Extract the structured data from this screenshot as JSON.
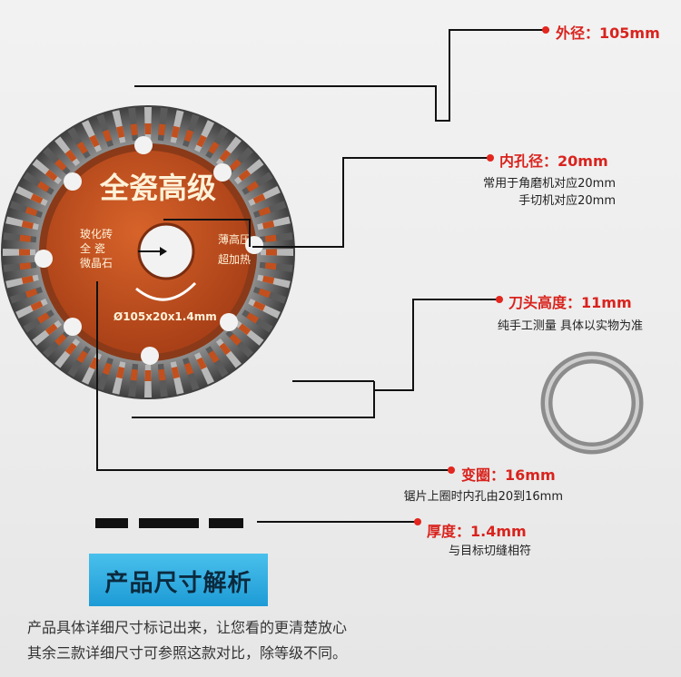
{
  "specs": {
    "outer_diameter": {
      "label": "外径：105mm"
    },
    "inner_hole": {
      "label": "内孔径：20mm",
      "note1": "常用于角磨机对应20mm",
      "note2": "手切机对应20mm"
    },
    "blade_height": {
      "label": "刀头高度：11mm",
      "note": "纯手工测量 具体以实物为准"
    },
    "reducer_ring": {
      "label": "变圈：16mm",
      "note": "锯片上圈时内孔由20到16mm"
    },
    "thickness": {
      "label": "厚度：1.4mm",
      "note": "与目标切缝相符"
    }
  },
  "blade": {
    "title": "全瓷高级",
    "left_text": [
      "玻化砖",
      "全 瓷",
      "微晶石"
    ],
    "right_text": [
      "薄高压",
      "超加热"
    ],
    "size_text": "Ø105x20x1.4mm"
  },
  "banner": {
    "title": "产品尺寸解析"
  },
  "description": {
    "line1": "产品具体详细尺寸标记出来，让您看的更清楚放心",
    "line2": "其余三款详细尺寸可参照这款对比，除等级不同。"
  },
  "colors": {
    "accent_red": "#e3261e",
    "blade_orange": "#c2501e",
    "banner_blue": "#2aa6dc"
  }
}
